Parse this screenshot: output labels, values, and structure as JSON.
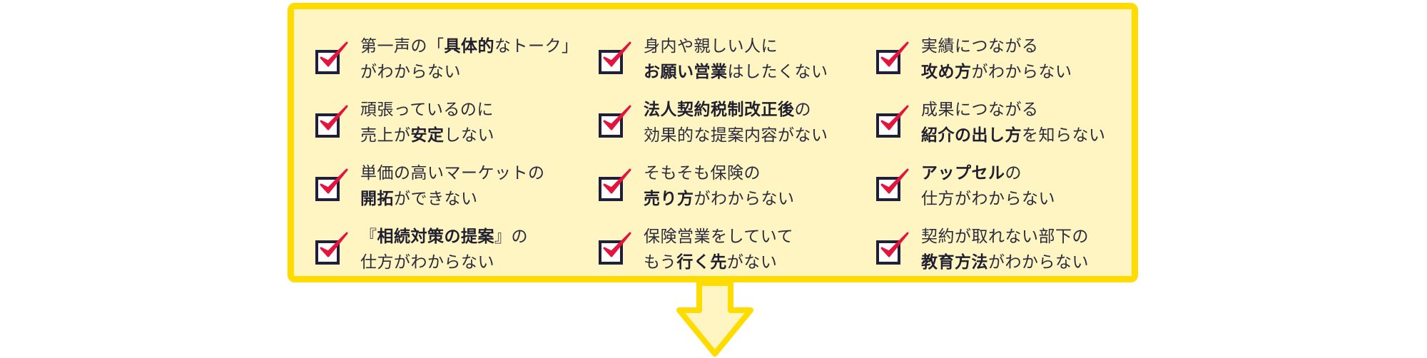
{
  "colors": {
    "panel_border": "#FFDC00",
    "panel_background": "#FFF5C2",
    "check_mark": "#E3143D",
    "checkbox_border": "#1F1F3A",
    "arrow_fill": "#FFF5C2",
    "arrow_border": "#FFDC00"
  },
  "icons": {
    "check": "checkbox-checked-icon",
    "arrow": "down-arrow-icon"
  },
  "items": [
    {
      "segments": [
        [
          {
            "t": "第一声の「",
            "b": false
          },
          {
            "t": "具体的",
            "b": true
          },
          {
            "t": "なトーク」",
            "b": false
          }
        ],
        [
          {
            "t": "がわからない",
            "b": false
          }
        ]
      ]
    },
    {
      "segments": [
        [
          {
            "t": "身内や親しい人に",
            "b": false
          }
        ],
        [
          {
            "t": "お願い営業",
            "b": true
          },
          {
            "t": "はしたくない",
            "b": false
          }
        ]
      ]
    },
    {
      "segments": [
        [
          {
            "t": "実績につながる",
            "b": false
          }
        ],
        [
          {
            "t": "攻め方",
            "b": true
          },
          {
            "t": "がわからない",
            "b": false
          }
        ]
      ]
    },
    {
      "segments": [
        [
          {
            "t": "頑張っているのに",
            "b": false
          }
        ],
        [
          {
            "t": "売上が",
            "b": false
          },
          {
            "t": "安定",
            "b": true
          },
          {
            "t": "しない",
            "b": false
          }
        ]
      ]
    },
    {
      "segments": [
        [
          {
            "t": "法人契約税制改正後",
            "b": true
          },
          {
            "t": "の",
            "b": false
          }
        ],
        [
          {
            "t": "効果的な提案内容がない",
            "b": false
          }
        ]
      ]
    },
    {
      "segments": [
        [
          {
            "t": "成果につながる",
            "b": false
          }
        ],
        [
          {
            "t": "紹介の出し方",
            "b": true
          },
          {
            "t": "を知らない",
            "b": false
          }
        ]
      ]
    },
    {
      "segments": [
        [
          {
            "t": "単価の高いマーケットの",
            "b": false
          }
        ],
        [
          {
            "t": "開拓",
            "b": true
          },
          {
            "t": "ができない",
            "b": false
          }
        ]
      ]
    },
    {
      "segments": [
        [
          {
            "t": "そもそも保険の",
            "b": false
          }
        ],
        [
          {
            "t": "売り方",
            "b": true
          },
          {
            "t": "がわからない",
            "b": false
          }
        ]
      ]
    },
    {
      "segments": [
        [
          {
            "t": "アップセル",
            "b": true
          },
          {
            "t": "の",
            "b": false
          }
        ],
        [
          {
            "t": "仕方がわからない",
            "b": false
          }
        ]
      ]
    },
    {
      "segments": [
        [
          {
            "t": "『",
            "b": false
          },
          {
            "t": "相続対策の提案",
            "b": true
          },
          {
            "t": "』の",
            "b": false
          }
        ],
        [
          {
            "t": "仕方がわからない",
            "b": false
          }
        ]
      ]
    },
    {
      "segments": [
        [
          {
            "t": "保険営業をしていて",
            "b": false
          }
        ],
        [
          {
            "t": "もう",
            "b": false
          },
          {
            "t": "行く先",
            "b": true
          },
          {
            "t": "がない",
            "b": false
          }
        ]
      ]
    },
    {
      "segments": [
        [
          {
            "t": "契約が取れない部下の",
            "b": false
          }
        ],
        [
          {
            "t": "教育方法",
            "b": true
          },
          {
            "t": "がわからない",
            "b": false
          }
        ]
      ]
    }
  ]
}
